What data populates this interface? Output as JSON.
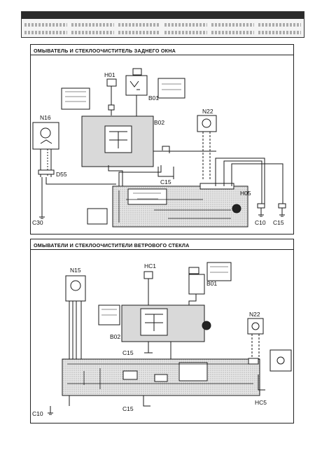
{
  "sections": [
    {
      "title": "ОМЫВАТЕЛЬ И СТЕКЛООЧИСТИТЕЛЬ ЗАДНЕГО ОКНА",
      "components": {
        "h01": "H01",
        "b01": "B01",
        "n16": "N16",
        "b02": "B02",
        "n22": "N22",
        "c15": "C15",
        "d55": "D55",
        "h05": "H05",
        "c30": "C30",
        "c10": "C10",
        "c15_right": "C15"
      }
    },
    {
      "title": "ОМЫВАТЕЛИ И СТЕКЛООЧИСТИТЕЛИ ВЕТРОВОГО СТЕКЛА",
      "components": {
        "hc1": "HC1",
        "b01": "B01",
        "n15": "N15",
        "b02": "B02",
        "n22": "N22",
        "c15_mid": "C15",
        "c15_bottom": "C15",
        "c10": "C10",
        "hc5": "HC5"
      }
    }
  ],
  "colors": {
    "line": "#1a1a1a",
    "shade": "#c8c8c8",
    "module": "#d9d9d9"
  }
}
